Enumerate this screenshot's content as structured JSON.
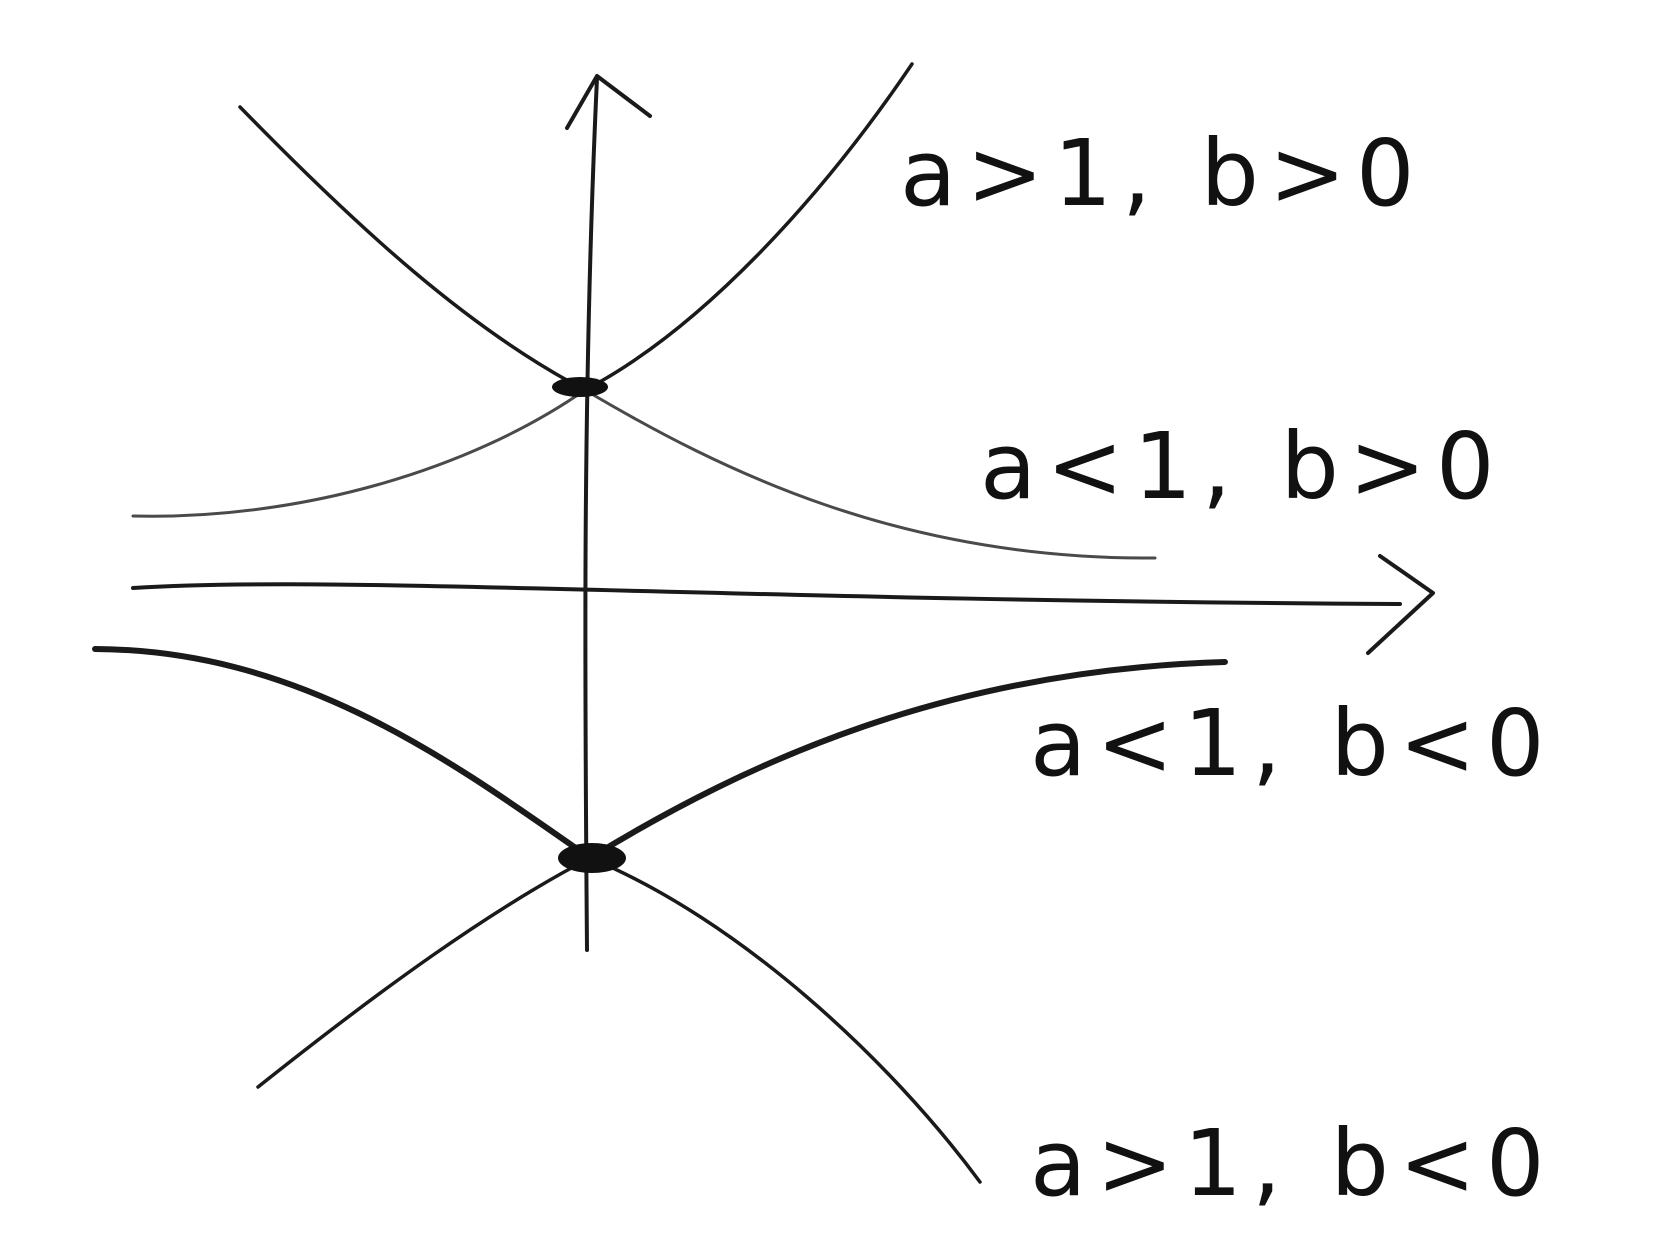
{
  "labels": {
    "curve_1": "a>1, b>0",
    "curve_2": "a<1, b>0",
    "curve_3": "a<1, b<0",
    "curve_4": "a>1, b<0"
  },
  "colors": {
    "ink": "#111111",
    "paper": "#ffffff"
  }
}
